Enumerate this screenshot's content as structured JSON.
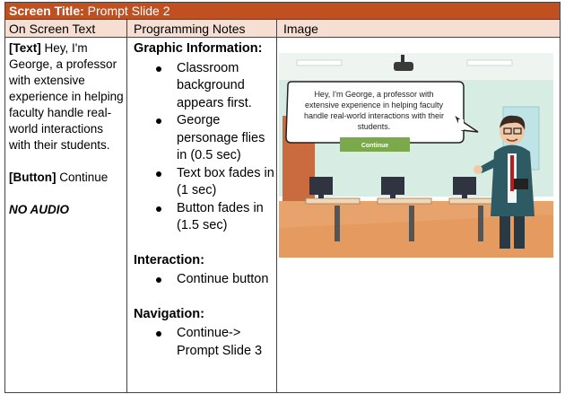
{
  "screen_title": {
    "label": "Screen Title:",
    "value": "Prompt Slide 2"
  },
  "columns": {
    "on_screen_text": "On Screen Text",
    "programming_notes": "Programming Notes",
    "image": "Image"
  },
  "on_screen": {
    "text_tag": "[Text]",
    "text_body": " Hey, I'm George, a professor with extensive experience in helping faculty handle real-world interactions with their students.",
    "button_tag": "[Button]",
    "button_body": " Continue",
    "audio": "NO AUDIO"
  },
  "notes": {
    "graphic_header": "Graphic Information:",
    "graphic_items": [
      "Classroom background appears first.",
      "George personage flies in (0.5 sec)",
      "Text box fades in (1 sec)",
      "Button fades in (1.5 sec)"
    ],
    "interaction_header": "Interaction:",
    "interaction_items": [
      "Continue button"
    ],
    "navigation_header": "Navigation:",
    "navigation_items": [
      "Continue-> Prompt Slide 3"
    ]
  },
  "image": {
    "bubble_lines": [
      "Hey, I'm George, a professor with",
      "extensive experience in helping faculty",
      "handle real-world interactions with their",
      "students."
    ],
    "button_label": "Continue"
  },
  "colors": {
    "title_bar": "#c0501f",
    "header_row": "#f6dfd2",
    "button": "#7aa84a"
  }
}
